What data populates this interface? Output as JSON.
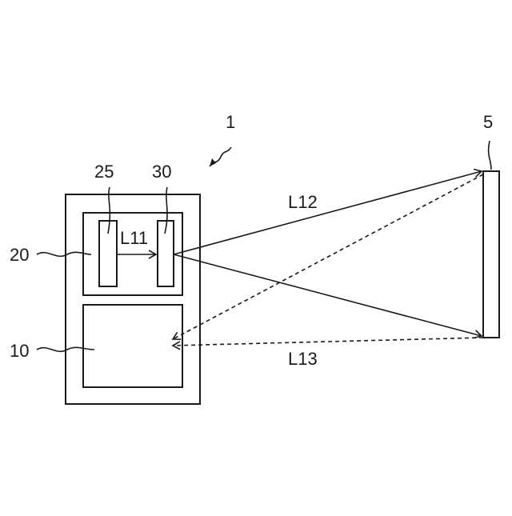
{
  "labels": {
    "device": "1",
    "screen": "5",
    "part_25": "25",
    "part_30": "30",
    "part_20": "20",
    "part_10": "10",
    "ray_l11": "L11",
    "ray_l12": "L12",
    "ray_l13": "L13"
  }
}
